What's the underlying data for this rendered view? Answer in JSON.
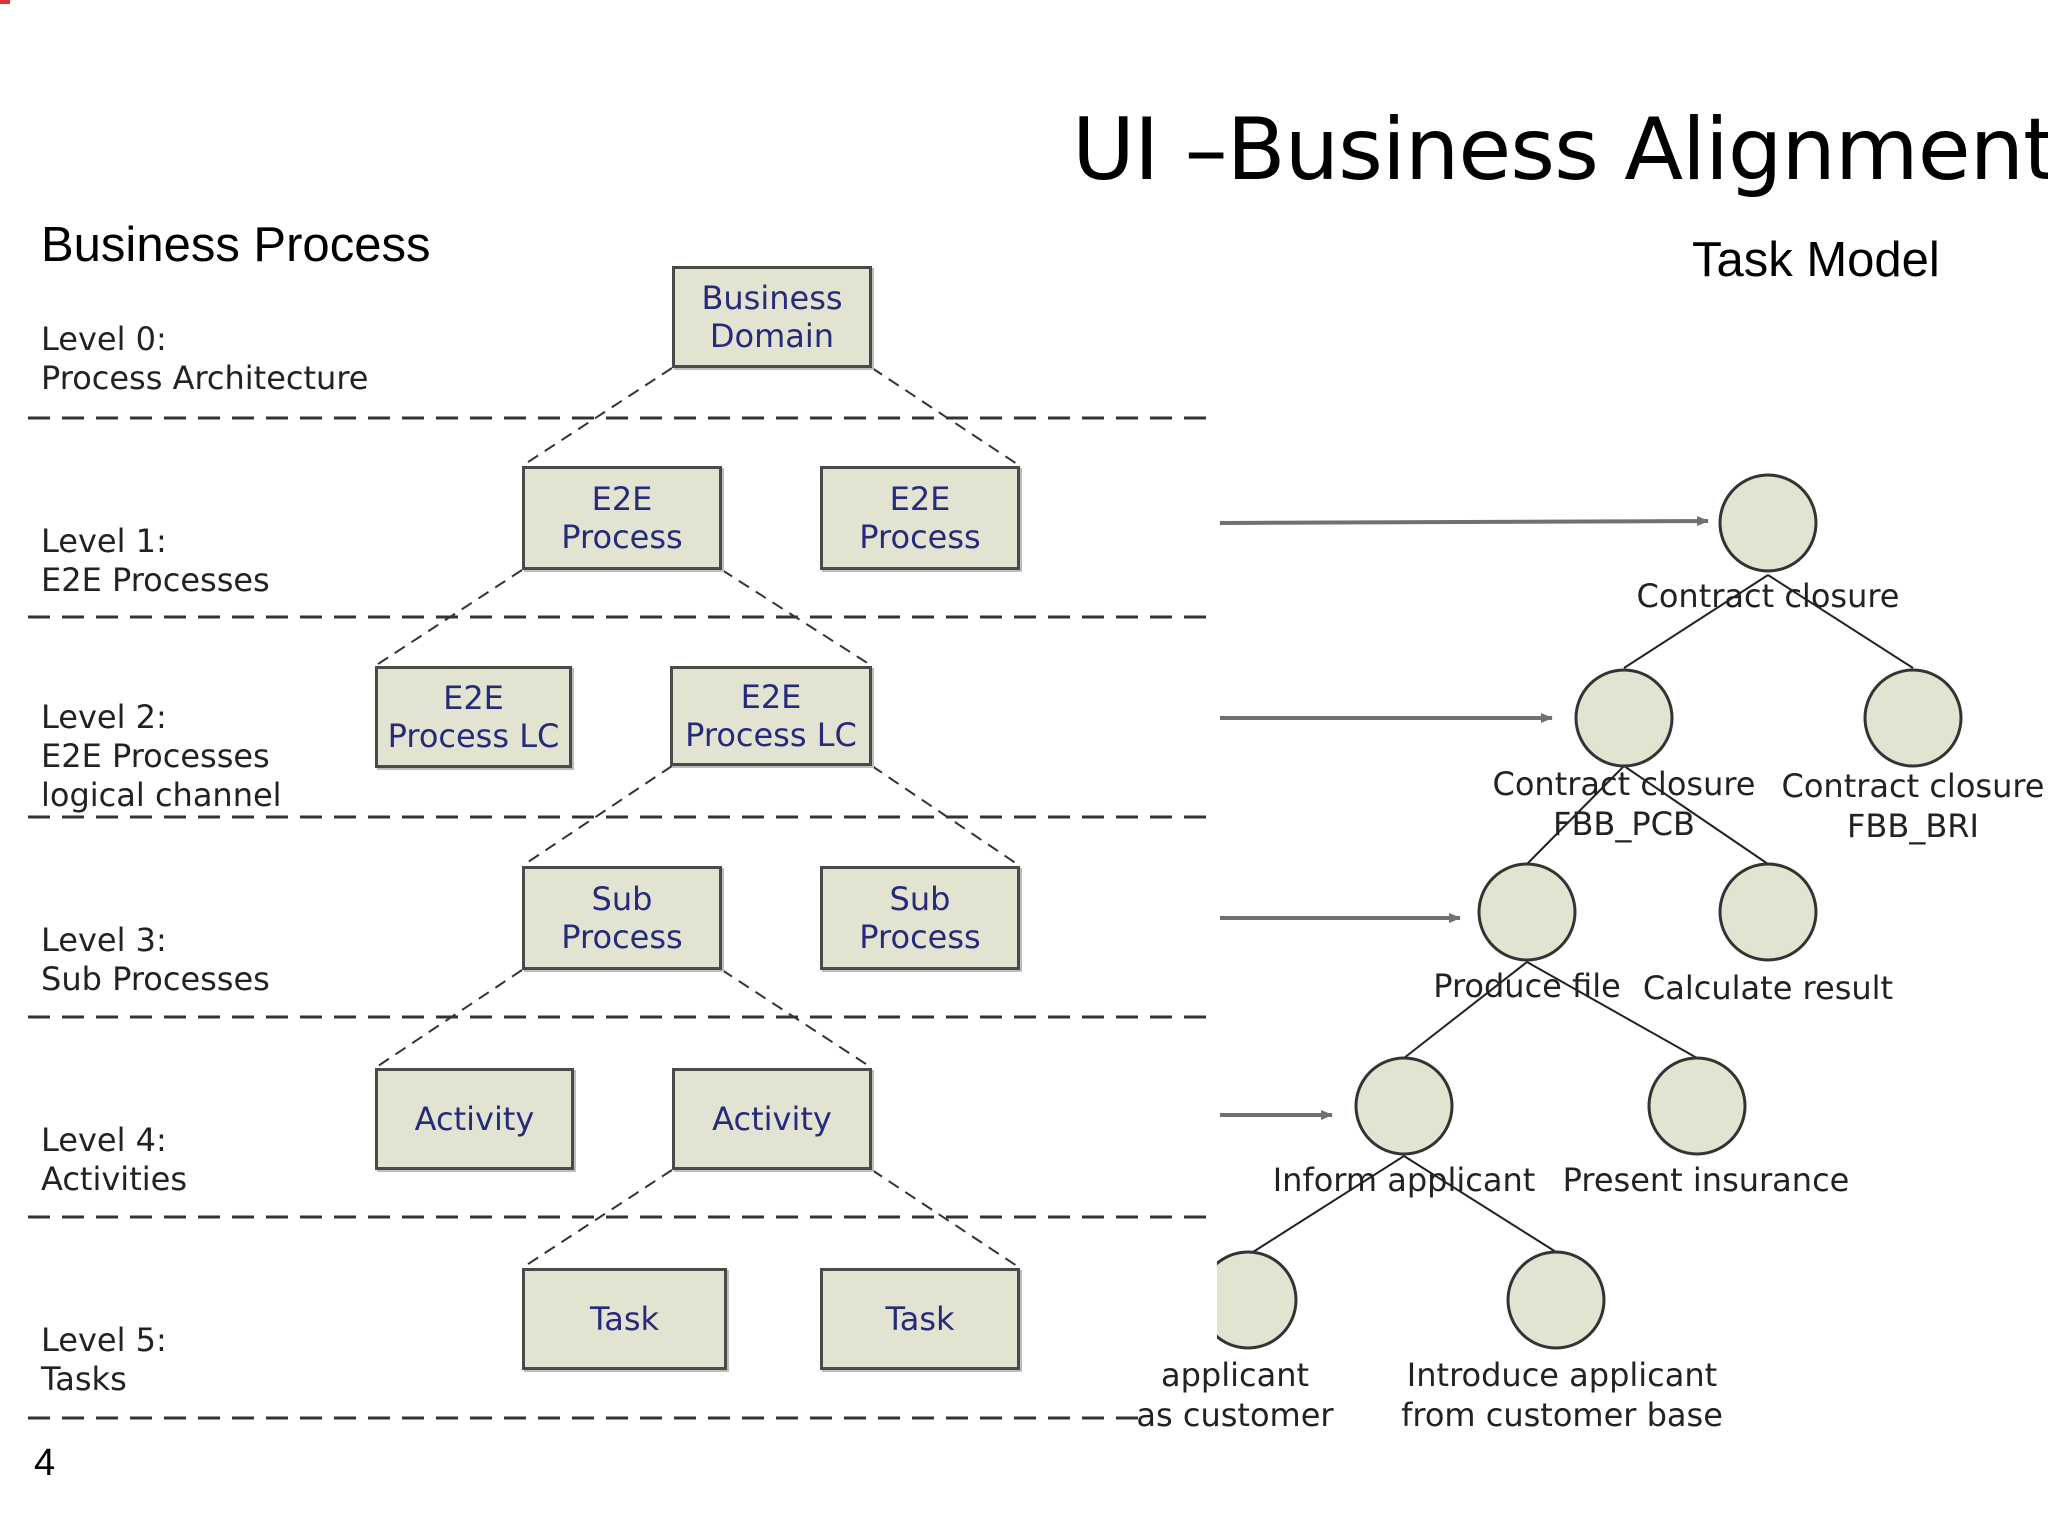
{
  "title": "UI –Business Alignment",
  "business_process_heading": "Business Process",
  "task_model_heading": "Task Model",
  "page_number": "4",
  "levels": [
    {
      "line1": "Level 0:",
      "line2": "Process Architecture"
    },
    {
      "line1": "Level 1:",
      "line2": "E2E Processes"
    },
    {
      "line1": "Level 2:",
      "line2": "E2E Processes",
      "line3": "logical channel"
    },
    {
      "line1": "Level 3:",
      "line2": "Sub Processes"
    },
    {
      "line1": "Level 4:",
      "line2": "Activities"
    },
    {
      "line1": "Level 5:",
      "line2": "Tasks"
    }
  ],
  "boxes": {
    "business_domain": {
      "line1": "Business",
      "line2": "Domain"
    },
    "e2e_process_1": {
      "line1": "E2E",
      "line2": "Process"
    },
    "e2e_process_2": {
      "line1": "E2E",
      "line2": "Process"
    },
    "e2e_process_lc_1": {
      "line1": "E2E",
      "line2": "Process LC"
    },
    "e2e_process_lc_2": {
      "line1": "E2E",
      "line2": "Process LC"
    },
    "sub_process_1": {
      "line1": "Sub",
      "line2": "Process"
    },
    "sub_process_2": {
      "line1": "Sub",
      "line2": "Process"
    },
    "activity_1": {
      "line1": "Activity"
    },
    "activity_2": {
      "line1": "Activity"
    },
    "task_1": {
      "line1": "Task"
    },
    "task_2": {
      "line1": "Task"
    }
  },
  "task_nodes": {
    "contract_closure": {
      "line1": "Contract closure"
    },
    "contract_closure_pcb": {
      "line1": "Contract closure",
      "line2": "FBB_PCB"
    },
    "contract_closure_bri": {
      "line1": "Contract closure",
      "line2": "FBB_BRI"
    },
    "produce_file": {
      "line1": "Produce file"
    },
    "calculate_result": {
      "line1": "Calculate result"
    },
    "inform_applicant": {
      "line1": "Inform applicant"
    },
    "present_insurance": {
      "line1": "Present insurance"
    },
    "applicant_as_customer": {
      "line1": "applicant",
      "line2": "as customer"
    },
    "introduce_applicant": {
      "line1": "Introduce applicant",
      "line2": "from customer base"
    }
  },
  "colors": {
    "box_fill": "#e2e3d0",
    "box_text": "#262a7a",
    "node_fill": "#e2e3d0",
    "arrow": "#707070"
  }
}
